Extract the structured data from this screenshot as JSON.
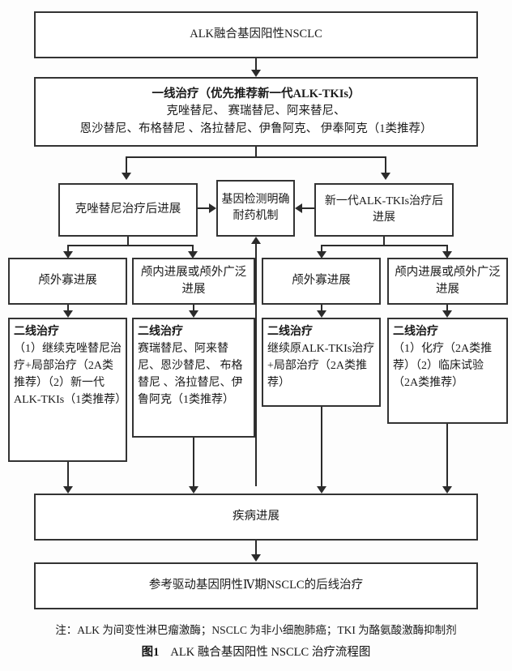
{
  "figure": {
    "note": "注：ALK 为间变性淋巴瘤激酶；NSCLC 为非小细胞肺癌；TKI 为酪氨酸激酶抑制剂",
    "caption_number": "图1",
    "caption_title": "ALK 融合基因阳性 NSCLC 治疗流程图"
  },
  "nodes": {
    "root": {
      "label": "ALK融合基因阳性NSCLC"
    },
    "first_line": {
      "heading": "一线治疗（优先推荐新一代ALK-TKIs）",
      "line2": "克唑替尼、 赛瑞替尼、阿来替尼、",
      "line3": "恩沙替尼、布格替尼 、洛拉替尼、伊鲁阿克、 伊奉阿克（1类推荐）"
    },
    "crizotinib_progress": {
      "label": "克唑替尼治疗后进展"
    },
    "gene_test": {
      "label": "基因检测明确耐药机制"
    },
    "new_gen_progress": {
      "label": "新一代ALK-TKIs治疗后进展"
    },
    "prog_a": {
      "label": "颅外寡进展"
    },
    "prog_b": {
      "label": "颅内进展或颅外广泛进展"
    },
    "prog_c": {
      "label": "颅外寡进展"
    },
    "prog_d": {
      "label": "颅内进展或颅外广泛进展"
    },
    "second_line_a": {
      "heading": "二线治疗",
      "body": "（1）继续克唑替尼治疗+局部治疗（2A类推荐）（2）新一代ALK-TKIs（1类推荐）"
    },
    "second_line_b": {
      "heading": "二线治疗",
      "body": "赛瑞替尼、阿来替尼、恩沙替尼、 布格替尼 、洛拉替尼、伊鲁阿克（1类推荐）"
    },
    "second_line_c": {
      "heading": "二线治疗",
      "body": "继续原ALK-TKIs治疗+局部治疗（2A类推荐）"
    },
    "second_line_d": {
      "heading": "二线治疗",
      "body": "（1）化疗（2A类推荐）（2）临床试验（2A类推荐）"
    },
    "disease_progress": {
      "label": "疾病进展"
    },
    "later_line": {
      "label": "参考驱动基因阴性Ⅳ期NSCLC的后线治疗"
    }
  },
  "style": {
    "border_color": "#333333",
    "line_color": "#2b2b2b",
    "background": "#ffffff",
    "text_color": "#1a1a1a"
  }
}
